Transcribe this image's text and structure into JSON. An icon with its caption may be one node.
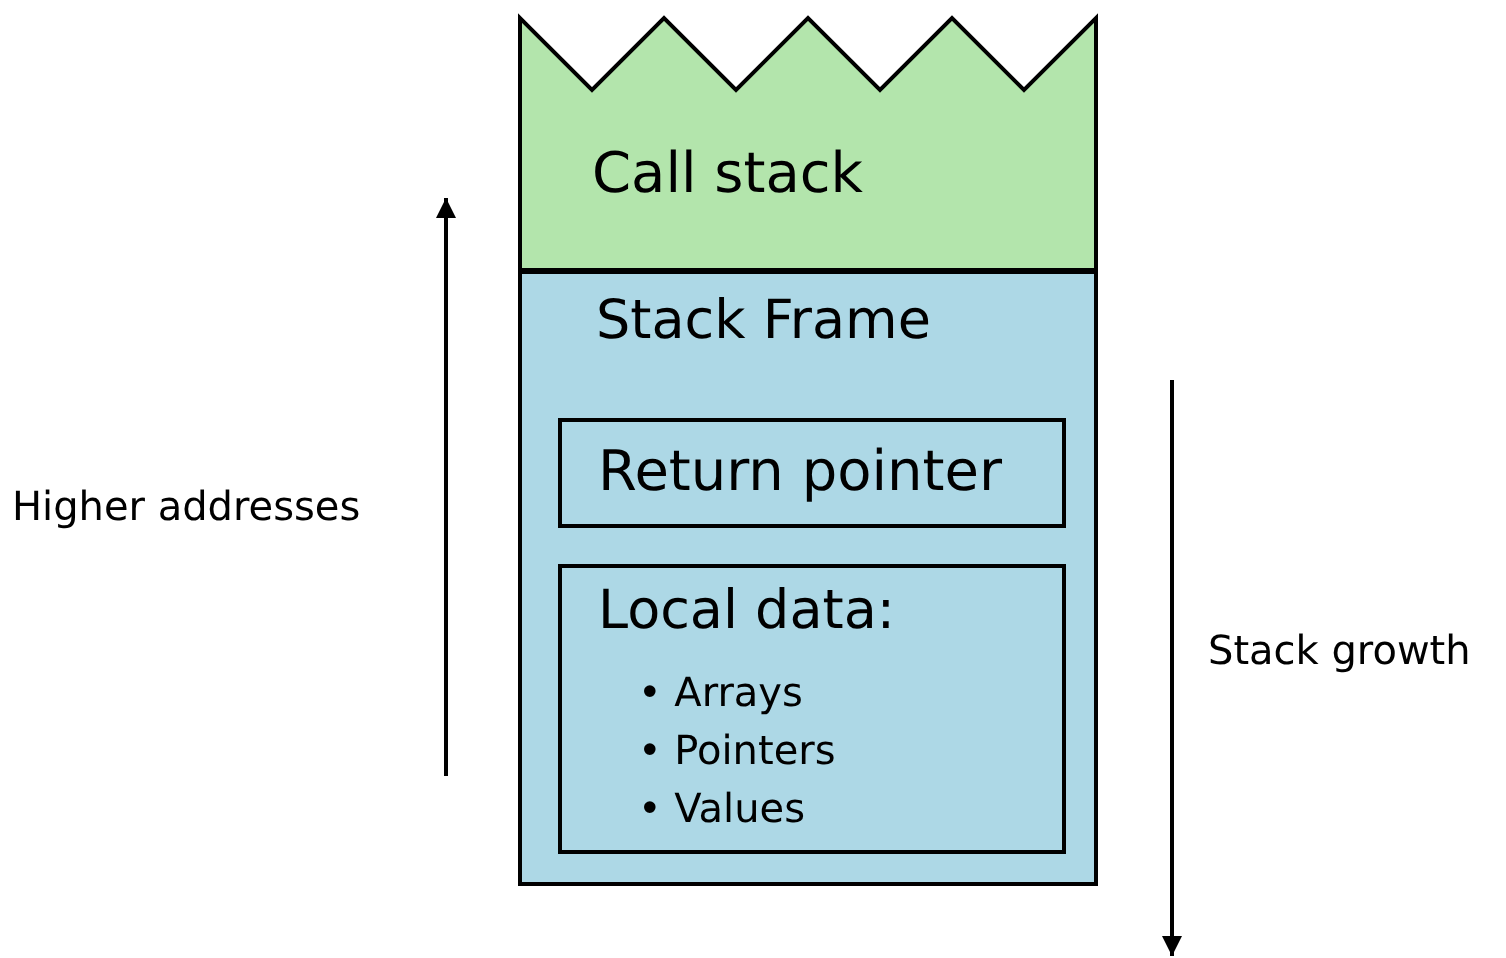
{
  "diagram": {
    "nodes": [
      {
        "text": [
          "Call stack"
        ]
      },
      {
        "text": [
          "Stack Frame"
        ]
      },
      {
        "text": [
          "Return pointer"
        ],
        "in": 1
      },
      {
        "text": [
          "Local data:",
          "• Arrays",
          "• Pointers",
          "• Values"
        ],
        "in": 1
      }
    ],
    "labels": [
      "Higher addresses",
      "Stack growth"
    ]
  }
}
